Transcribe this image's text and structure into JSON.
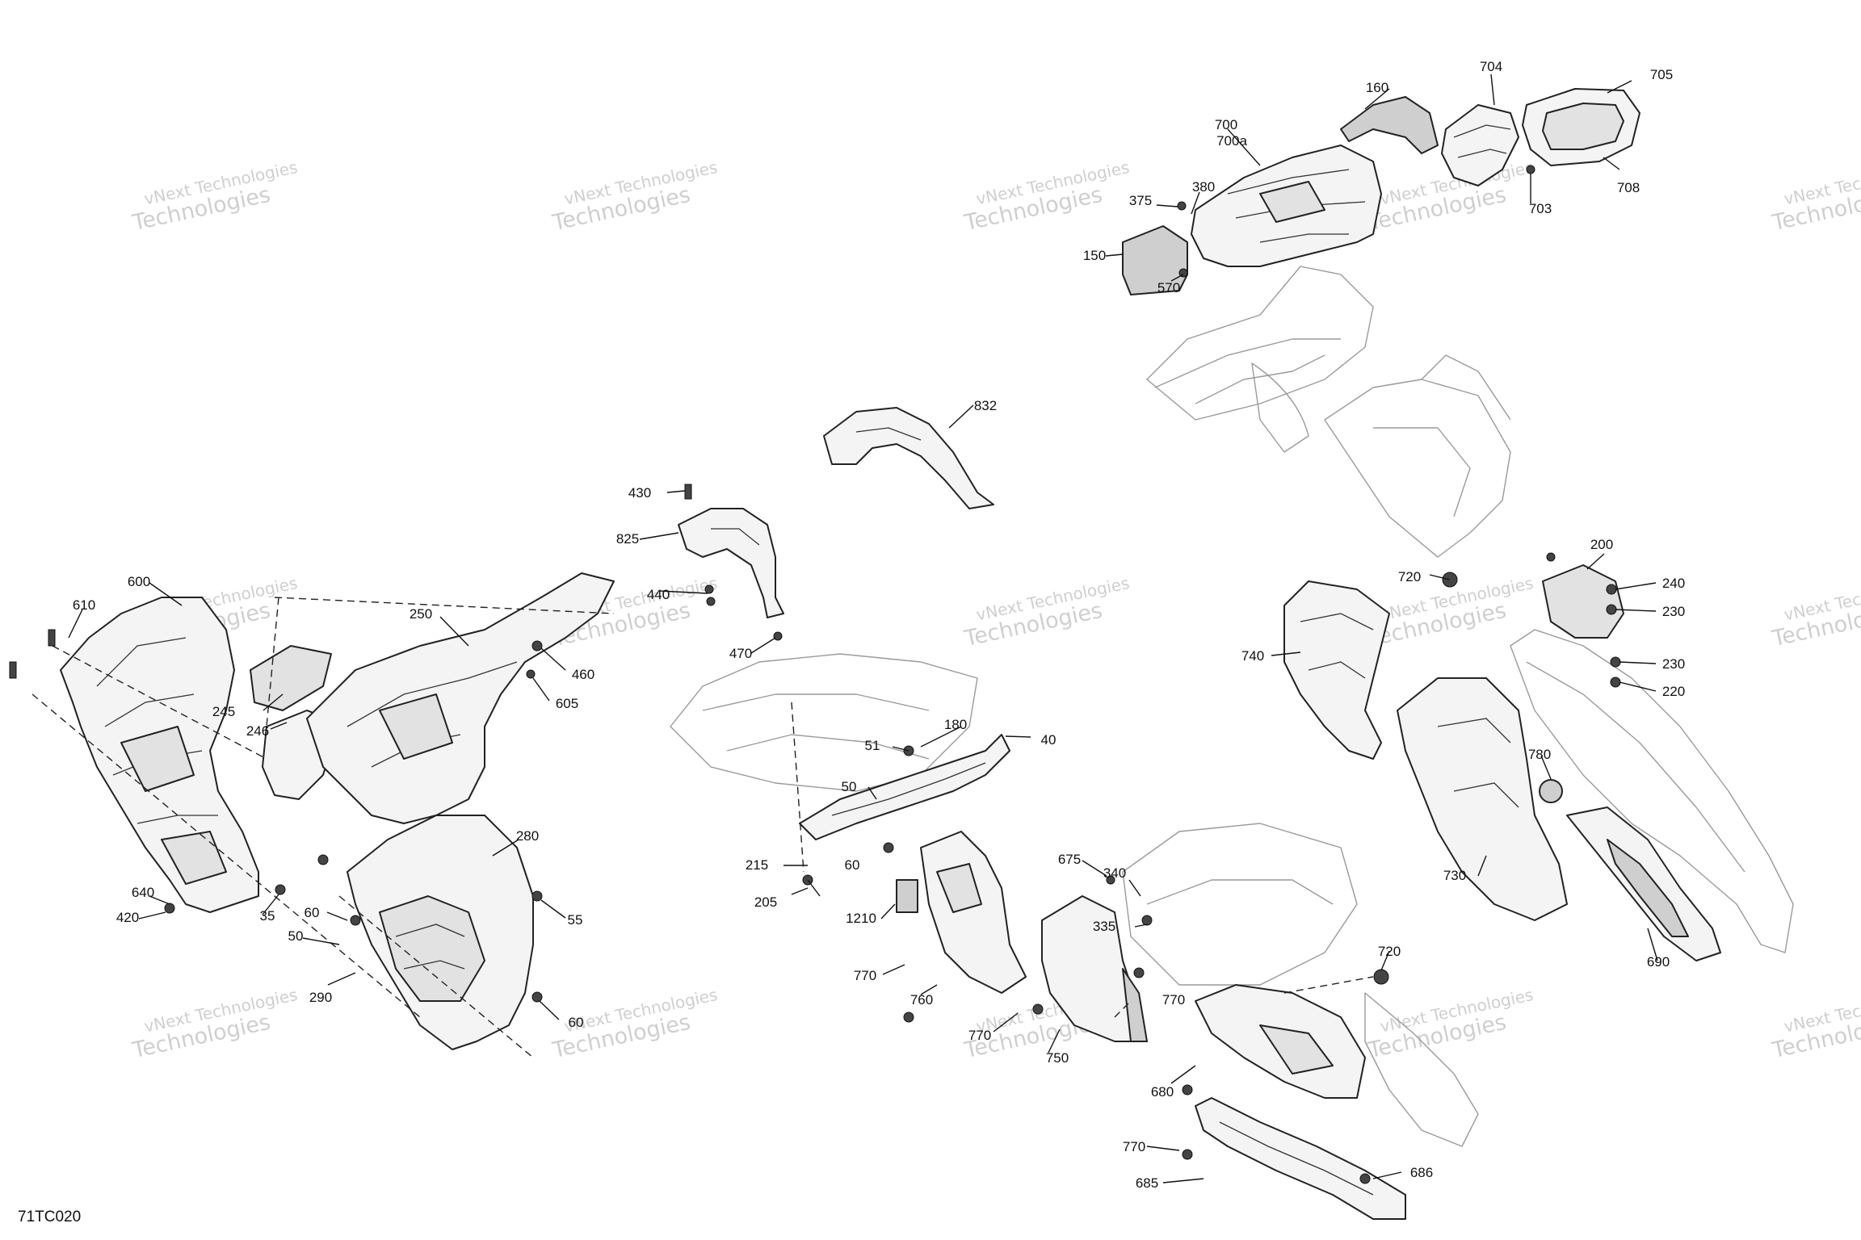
{
  "diagram": {
    "reference_code": "71TC020",
    "watermark": {
      "line1": "vNext Technologies",
      "line2": "Technologies"
    },
    "callouts": [
      {
        "id": "c160",
        "label": "160"
      },
      {
        "id": "c704",
        "label": "704"
      },
      {
        "id": "c705",
        "label": "705"
      },
      {
        "id": "c700",
        "label": "700"
      },
      {
        "id": "c700a",
        "label": "700a"
      },
      {
        "id": "c375",
        "label": "375"
      },
      {
        "id": "c380",
        "label": "380"
      },
      {
        "id": "c703",
        "label": "703"
      },
      {
        "id": "c708",
        "label": "708"
      },
      {
        "id": "c150",
        "label": "150"
      },
      {
        "id": "c570",
        "label": "570"
      },
      {
        "id": "c832",
        "label": "832"
      },
      {
        "id": "c430",
        "label": "430"
      },
      {
        "id": "c825",
        "label": "825"
      },
      {
        "id": "c440",
        "label": "440"
      },
      {
        "id": "c470",
        "label": "470"
      },
      {
        "id": "c600",
        "label": "600"
      },
      {
        "id": "c610",
        "label": "610"
      },
      {
        "id": "c250",
        "label": "250"
      },
      {
        "id": "c460",
        "label": "460"
      },
      {
        "id": "c605",
        "label": "605"
      },
      {
        "id": "c245",
        "label": "245"
      },
      {
        "id": "c246",
        "label": "246"
      },
      {
        "id": "c180",
        "label": "180"
      },
      {
        "id": "c40",
        "label": "40"
      },
      {
        "id": "c51",
        "label": "51"
      },
      {
        "id": "c50a",
        "label": "50"
      },
      {
        "id": "c215",
        "label": "215"
      },
      {
        "id": "c60a",
        "label": "60"
      },
      {
        "id": "c205",
        "label": "205"
      },
      {
        "id": "c280",
        "label": "280"
      },
      {
        "id": "c640",
        "label": "640"
      },
      {
        "id": "c420",
        "label": "420"
      },
      {
        "id": "c35",
        "label": "35"
      },
      {
        "id": "c60b",
        "label": "60"
      },
      {
        "id": "c55",
        "label": "55"
      },
      {
        "id": "c50b",
        "label": "50"
      },
      {
        "id": "c290",
        "label": "290"
      },
      {
        "id": "c60c",
        "label": "60"
      },
      {
        "id": "c675",
        "label": "675"
      },
      {
        "id": "c340",
        "label": "340"
      },
      {
        "id": "c335",
        "label": "335"
      },
      {
        "id": "c1210",
        "label": "1210"
      },
      {
        "id": "c770a",
        "label": "770"
      },
      {
        "id": "c760",
        "label": "760"
      },
      {
        "id": "c770b",
        "label": "770"
      },
      {
        "id": "c770c",
        "label": "770"
      },
      {
        "id": "c750",
        "label": "750"
      },
      {
        "id": "c720a",
        "label": "720"
      },
      {
        "id": "c720b",
        "label": "720"
      },
      {
        "id": "c200",
        "label": "200"
      },
      {
        "id": "c240",
        "label": "240"
      },
      {
        "id": "c230a",
        "label": "230"
      },
      {
        "id": "c230b",
        "label": "230"
      },
      {
        "id": "c220",
        "label": "220"
      },
      {
        "id": "c740",
        "label": "740"
      },
      {
        "id": "c780",
        "label": "780"
      },
      {
        "id": "c730",
        "label": "730"
      },
      {
        "id": "c690",
        "label": "690"
      },
      {
        "id": "c680",
        "label": "680"
      },
      {
        "id": "c770d",
        "label": "770"
      },
      {
        "id": "c685",
        "label": "685"
      },
      {
        "id": "c686",
        "label": "686"
      }
    ]
  }
}
